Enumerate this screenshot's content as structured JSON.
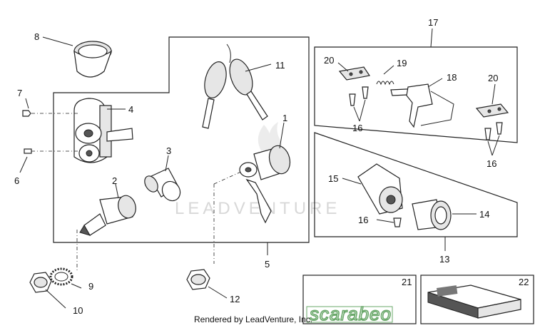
{
  "labels": {
    "n1": "1",
    "n2": "2",
    "n3": "3",
    "n4": "4",
    "n5": "5",
    "n6": "6",
    "n7": "7",
    "n8": "8",
    "n9": "9",
    "n10": "10",
    "n11": "11",
    "n12": "12",
    "n13": "13",
    "n14": "14",
    "n15": "15",
    "n16a": "16",
    "n16b": "16",
    "n16c": "16",
    "n17": "17",
    "n18": "18",
    "n19": "19",
    "n20a": "20",
    "n20b": "20",
    "n21": "21",
    "n22": "22"
  },
  "watermark": "LEADVENTURE",
  "credit": "Rendered by LeadVenture, Inc.",
  "logo_text": "scarabeo"
}
